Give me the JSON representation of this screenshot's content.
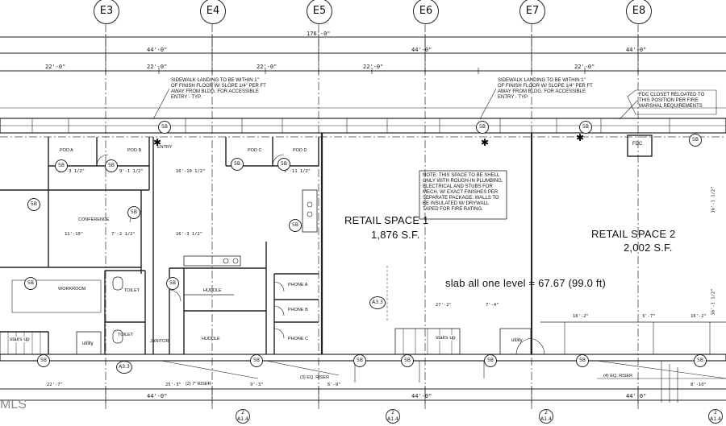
{
  "grid_lines": [
    "E3",
    "E4",
    "E5",
    "E6",
    "E7",
    "E8"
  ],
  "dimensions": {
    "overall_top": "176'-0\"",
    "bays_top": [
      "44'-0\"",
      "44'-0\"",
      "44'-0\""
    ],
    "halves_top": [
      "22'-0\"",
      "22'-0\"",
      "22'-0\"",
      "22'-0\"",
      "22'-0\""
    ],
    "bays_bottom": [
      "44'-0\"",
      "44'-0\"",
      "44'-0\""
    ],
    "bottom_small": [
      "22'-7\"",
      "25'-3\"",
      "9'-3\"",
      "6'-9\"",
      "8'-10\""
    ],
    "interior": [
      "16'-3 1/2\"",
      "9'-1 1/2\"",
      "16'-10 1/2\"",
      "5'-11 1/2\"",
      "11'-10\"",
      "7'-2 1/2\"",
      "16'-3 1/2\"",
      "27'-2\"",
      "7'-4\"",
      "16'-2\"",
      "3'-7\"",
      "16'-2\"",
      "16'-1 1/2\"",
      "16'-1 1/2\""
    ]
  },
  "notes": {
    "sidewalk_left": "SIDEWALK LANDING TO BE WITHIN 1\" OF FINISH FLOOR W/ SLOPE 1/4\" PER FT AWAY FROM BLDG. FOR ACCESSIBLE ENTRY - TYP.",
    "sidewalk_right": "SIDEWALK LANDING TO BE WITHIN 1\" OF FINISH FLOOR W/ SLOPE 1/4\" PER FT AWAY FROM BLDG. FOR ACCESSIBLE ENTRY - TYP.",
    "fdc": "FDC CLOSET RELOATED TO THIS POSITION PER FIRE MARSHAL REQUIREMENTS",
    "shell": "NOTE: THIS SPACE TO BE SHELL ONLY WITH ROUGH-IN PLUMBING, ELECTRICAL AND STUBS FOR MECH. W/ EXACT FINISHES PER SEPARATE PACKAGE. WALLS TO BE INSULATED W/ DRYWALL TAPED FOR FIRE RATING."
  },
  "spaces": {
    "retail1_title": "RETAIL SPACE 1",
    "retail1_area": "1,876 S.F.",
    "retail2_title": "RETAIL SPACE 2",
    "retail2_area": "2,002 S.F.",
    "slab": "slab all one level = 67.67 (99.0 ft)"
  },
  "rooms": {
    "pod_a": "POD A",
    "pod_b": "POD B",
    "pod_c": "POD C",
    "pod_d": "POD D",
    "entry": "ENTRY",
    "conference": "CONFERENCE",
    "workroom": "WORKROOM",
    "huddle1": "HUDDLE",
    "huddle2": "HUDDLE",
    "janitor": "JANITOR",
    "toilet1": "TOILET",
    "toilet2": "TOILET",
    "phone_a": "PHONE A",
    "phone_b": "PHONE B",
    "phone_c": "PHONE C",
    "fdc": "FDC",
    "stairs1": "stairs up",
    "stairs2": "stairs up",
    "utility1": "utility",
    "utility2": "utility",
    "riser1": "(2) 7\" RISER",
    "riser2": "(3) EQ. RISER",
    "riser3": "(4) EQ. RISER"
  },
  "tags": [
    "5B",
    "5B",
    "5B",
    "5B",
    "5B",
    "5B",
    "5B",
    "5B",
    "5B",
    "5B",
    "5B",
    "5B",
    "A3.3",
    "A3.3",
    "5B",
    "5B",
    "5B",
    "5B",
    "5B",
    "5B",
    "5B",
    "5B"
  ],
  "bottom_refs": [
    {
      "num": "2",
      "sheet": "A1.4"
    },
    {
      "num": "2",
      "sheet": "A1.4"
    },
    {
      "num": "2",
      "sheet": "A1.4"
    },
    {
      "num": "2",
      "sheet": "A1.4"
    }
  ],
  "watermark": "MLS"
}
